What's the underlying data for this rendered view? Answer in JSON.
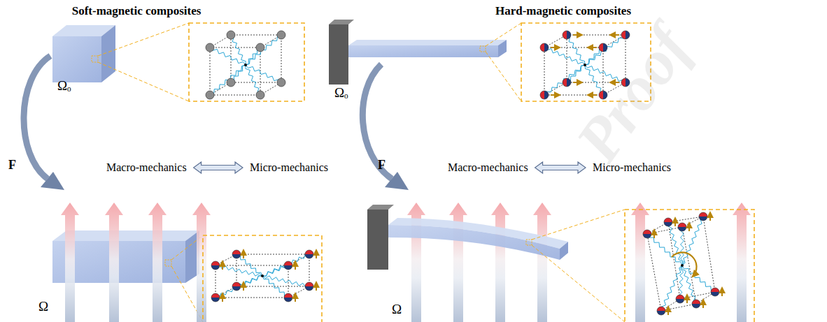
{
  "diagram": {
    "nodes": [
      {
        "text": [
          "Macro-mechanics"
        ]
      },
      {
        "text": [
          "Micro-mechanics"
        ]
      },
      {
        "text": [
          "Macro-mechanics"
        ]
      },
      {
        "text": [
          "Micro-mechanics"
        ]
      }
    ],
    "edges": [
      {
        "from": 0,
        "to": 1,
        "arrow": "both"
      },
      {
        "from": 2,
        "to": 3,
        "arrow": "both"
      }
    ],
    "labels": [
      "Soft-magnetic composites",
      "Hard-magnetic composites",
      "Ωₒ",
      "F",
      "Ω",
      "Ωₒ",
      "F",
      "Ω",
      "Proof"
    ]
  }
}
